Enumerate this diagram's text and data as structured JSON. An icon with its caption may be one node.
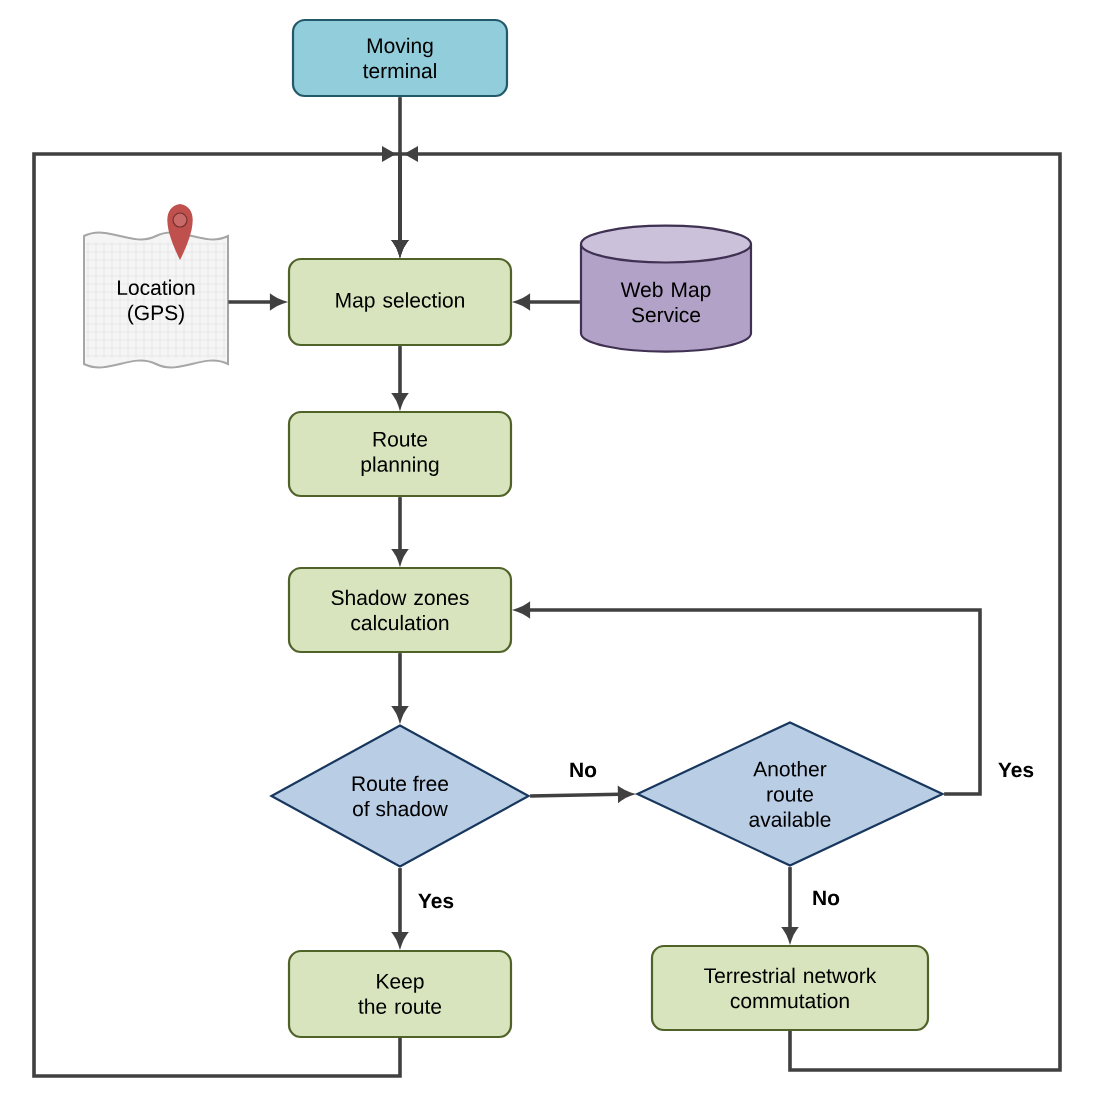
{
  "diagram": {
    "nodes": [
      {
        "text": [
          "Moving terminal"
        ]
      },
      {
        "text": [
          "Location (GPS)"
        ]
      },
      {
        "text": [
          "Map selection"
        ]
      },
      {
        "text": [
          "Web Map Service"
        ]
      },
      {
        "text": [
          "Route planning"
        ]
      },
      {
        "text": [
          "Shadow zones calculation"
        ]
      },
      {
        "text": [
          "Route free of shadow"
        ]
      },
      {
        "text": [
          "Another route available"
        ]
      },
      {
        "text": [
          "Keep the route"
        ]
      },
      {
        "text": [
          "Terrestrial network commutation"
        ]
      }
    ],
    "edges": [
      {
        "from": 0,
        "to": 2,
        "arrow": "to"
      },
      {
        "from": 8,
        "to": 2,
        "arrow": "to"
      },
      {
        "from": 9,
        "to": 2,
        "arrow": "to"
      },
      {
        "from": 1,
        "to": 2,
        "arrow": "to"
      },
      {
        "from": 3,
        "to": 2,
        "arrow": "to"
      },
      {
        "from": 2,
        "to": 4,
        "arrow": "to"
      },
      {
        "from": 4,
        "to": 5,
        "arrow": "to"
      },
      {
        "from": 5,
        "to": 6,
        "arrow": "to"
      },
      {
        "from": 6,
        "to": 7,
        "arrow": "to",
        "label": "No"
      },
      {
        "from": 6,
        "to": 8,
        "arrow": "to",
        "label": "Yes"
      },
      {
        "from": 7,
        "to": 9,
        "arrow": "to",
        "label": "No"
      },
      {
        "from": 7,
        "to": 5,
        "arrow": "to",
        "label": "Yes"
      }
    ]
  }
}
